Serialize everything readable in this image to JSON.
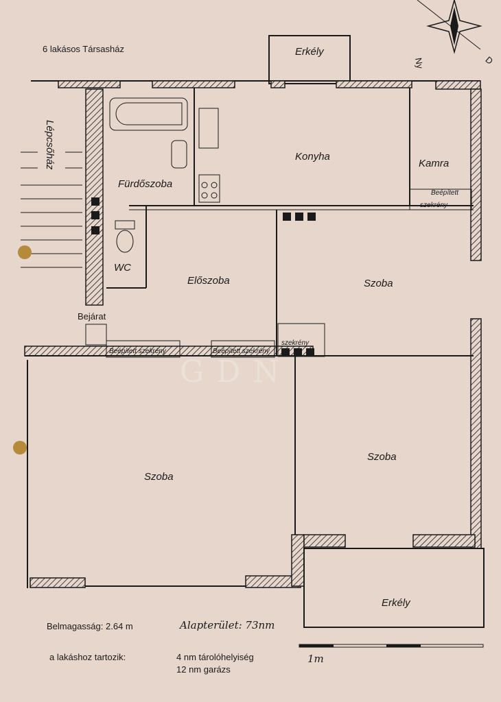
{
  "title": "6 lakásos Társasház",
  "compass": {
    "west": "Ny",
    "south": "D"
  },
  "rooms": {
    "balcony_top": "Erkély",
    "kitchen": "Konyha",
    "pantry": "Kamra",
    "pantry_closet_line1": "Beépített",
    "pantry_closet_line2": "szekrény",
    "bathroom": "Fürdőszoba",
    "staircase": "Lépcsőház",
    "wc": "WC",
    "hall": "Előszoba",
    "room_top_right": "Szoba",
    "entrance": "Bejárat",
    "closet_left": "Beépített szekrény",
    "closet_middle": "Beépített szekrény",
    "closet_right": "szekrény",
    "room_big_left": "Szoba",
    "room_bottom_right": "Szoba",
    "balcony_bottom": "Erkély"
  },
  "watermark": "GDN",
  "footer": {
    "ceiling_height": "Belmagasság: 2.64 m",
    "floor_area": "Alapterület: 73nm",
    "belongs_label": "a lakáshoz tartozik:",
    "storage": "4 nm tárolóhelyiség",
    "garage": "12 nm garázs",
    "scale_label": "1m"
  }
}
